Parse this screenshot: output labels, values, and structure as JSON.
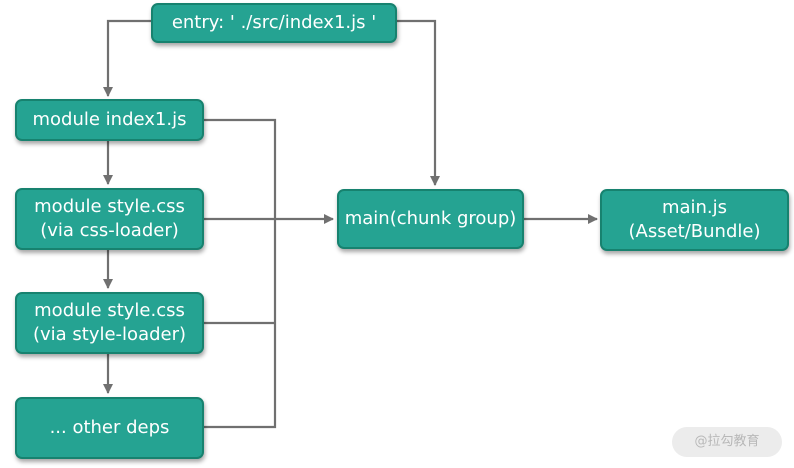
{
  "nodes": {
    "entry": {
      "label": "entry: ' ./src/index1.js '"
    },
    "module_index": {
      "label": "module index1.js"
    },
    "module_style_css": {
      "line1": "module style.css",
      "line2": "(via css-loader)"
    },
    "module_style_loader": {
      "line1": "module style.css",
      "line2": "(via style-loader)"
    },
    "other_deps": {
      "label": "... other deps"
    },
    "chunk_group": {
      "label": "main(chunk group)"
    },
    "bundle": {
      "line1": "main.js",
      "line2": "(Asset/Bundle)"
    }
  },
  "edges": [
    {
      "from": "entry",
      "to": "module_index"
    },
    {
      "from": "entry",
      "to": "chunk_group"
    },
    {
      "from": "module_index",
      "to": "module_style_css"
    },
    {
      "from": "module_style_css",
      "to": "module_style_loader"
    },
    {
      "from": "module_style_loader",
      "to": "other_deps"
    },
    {
      "from": "modules",
      "to": "chunk_group"
    },
    {
      "from": "chunk_group",
      "to": "bundle"
    }
  ],
  "colors": {
    "node_fill": "#25a392",
    "node_border": "#17826f",
    "node_text": "#ffffff",
    "edge": "#707070"
  },
  "watermark": {
    "text": "@拉勾教育"
  }
}
